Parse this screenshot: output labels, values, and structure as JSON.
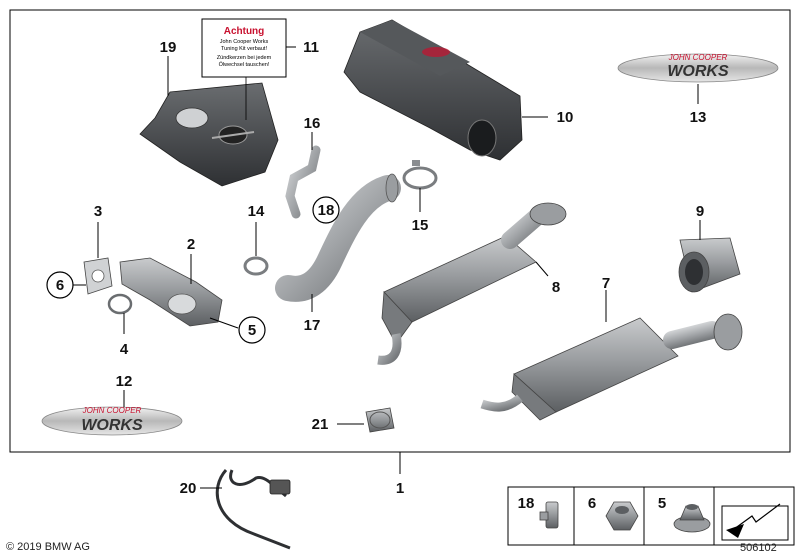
{
  "callouts": {
    "n1": "1",
    "n2": "2",
    "n3": "3",
    "n4": "4",
    "n5": "5",
    "n6": "6",
    "n7": "7",
    "n8": "8",
    "n9": "9",
    "n10": "10",
    "n11": "11",
    "n12": "12",
    "n13": "13",
    "n14": "14",
    "n15": "15",
    "n16": "16",
    "n17": "17",
    "n18": "18",
    "n19": "19",
    "n20": "20",
    "n21": "21"
  },
  "warning_label": {
    "title": "Achtung",
    "line1": "John Cooper Works",
    "line2": "Tuning Kit verbaut!",
    "line3": "Zündkerzen bei jedem",
    "line4": "Ölwechsel tauschen!"
  },
  "badges": {
    "top": "JOHN COOPER",
    "bottom": "WORKS"
  },
  "legend": {
    "item_a": "18",
    "item_b": "6",
    "item_c": "5"
  },
  "footer": {
    "copyright": "© 2019 BMW AG",
    "diagram_number": "506102"
  },
  "colors": {
    "part_gray": "#8a8d90",
    "part_dark": "#4a4d50",
    "badge_red": "#c8102e",
    "frame": "#000000"
  }
}
